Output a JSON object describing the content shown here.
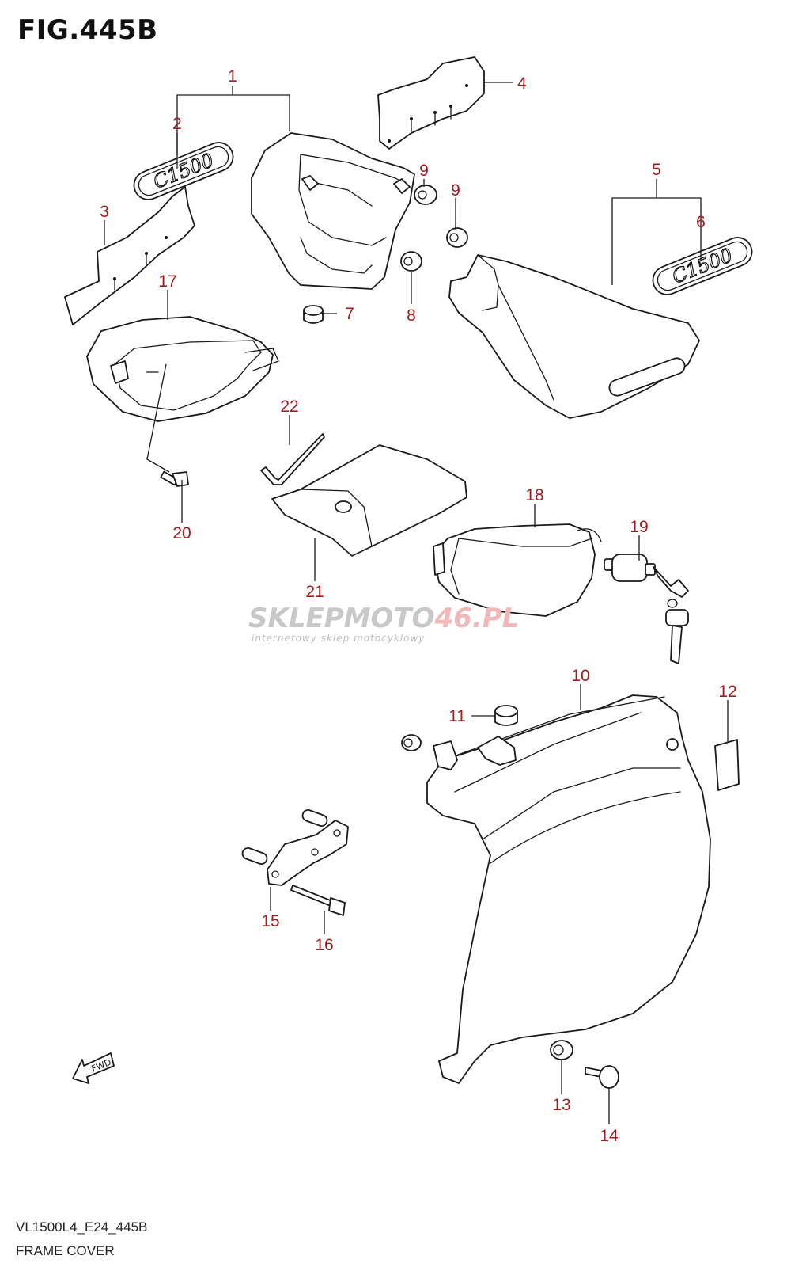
{
  "figure": {
    "title": "FIG.445B",
    "footer_code": "VL1500L4_E24_445B",
    "footer_name": "FRAME COVER"
  },
  "badge_text": "C1500",
  "watermark": {
    "brand_grey": "SKLEPMOTO",
    "brand_red": "46.PL",
    "tagline": "internetowy sklep motocyklowy"
  },
  "fwd_label": "FWD",
  "callouts": [
    "1",
    "2",
    "3",
    "4",
    "5",
    "6",
    "7",
    "8",
    "9",
    "9",
    "10",
    "11",
    "12",
    "13",
    "14",
    "15",
    "16",
    "17",
    "18",
    "19",
    "20",
    "21",
    "22"
  ],
  "colors": {
    "callout": "#a11c1c",
    "line": "#1a1a1a",
    "watermark_grey": "#c8c8c8",
    "watermark_red": "#f0b8b8"
  }
}
